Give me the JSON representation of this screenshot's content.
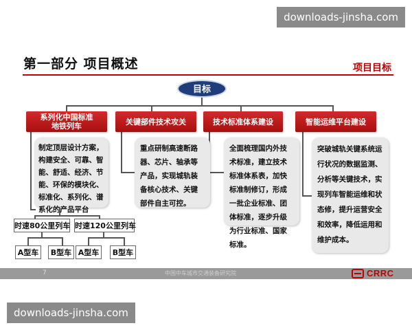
{
  "watermarks": {
    "top": "downloads-jinsha.com",
    "bottom": "downloads-jinsha.com"
  },
  "header": {
    "title": "第一部分  项目概述",
    "section_tag": "项目目标"
  },
  "goal": "目标",
  "categories": [
    {
      "label": "系列化中国标准\n地铁列车",
      "desc": "制定顶层设计方案，构建安全、可靠、智能、舒适、经济、节能、环保的模块化、标准化、系列化、谱系化的产品平台"
    },
    {
      "label": "关键部件技术攻关",
      "desc": "重点研制高速断路器、芯片、轴承等产品，实现城轨装备核心技术、关键部件自主可控。"
    },
    {
      "label": "技术标准体系建设",
      "desc": "全面梳理国内外技术标准，建立技术标准体系表，加快标准制修订，形成一批企业标准、团体标准，逐步升级为行业标准、国家标准。"
    },
    {
      "label": "智能运维平台建设",
      "desc": "突破城轨关键系统运行状况的数据监测、分析等关键技术，实现列车智能运维和状态修，提升运营安全和效率，降低运用和维护成本。"
    }
  ],
  "trains": [
    {
      "label": "时速80公里列车",
      "variants": [
        "A型车",
        "B型车"
      ]
    },
    {
      "label": "时速120公里列车",
      "variants": [
        "A型车",
        "B型车"
      ]
    }
  ],
  "footer": {
    "page": "7",
    "text": "中国中车城市交通装备研究院",
    "logo_text": "CRRC"
  },
  "colors": {
    "accent": "#c00000",
    "goal_fill": "#1f3d7a",
    "box_fill": "#e9e9e9"
  }
}
